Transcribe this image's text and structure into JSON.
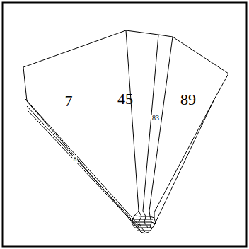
{
  "diagram": {
    "labels": [
      "7",
      "45",
      "83",
      "89",
      "8"
    ]
  }
}
